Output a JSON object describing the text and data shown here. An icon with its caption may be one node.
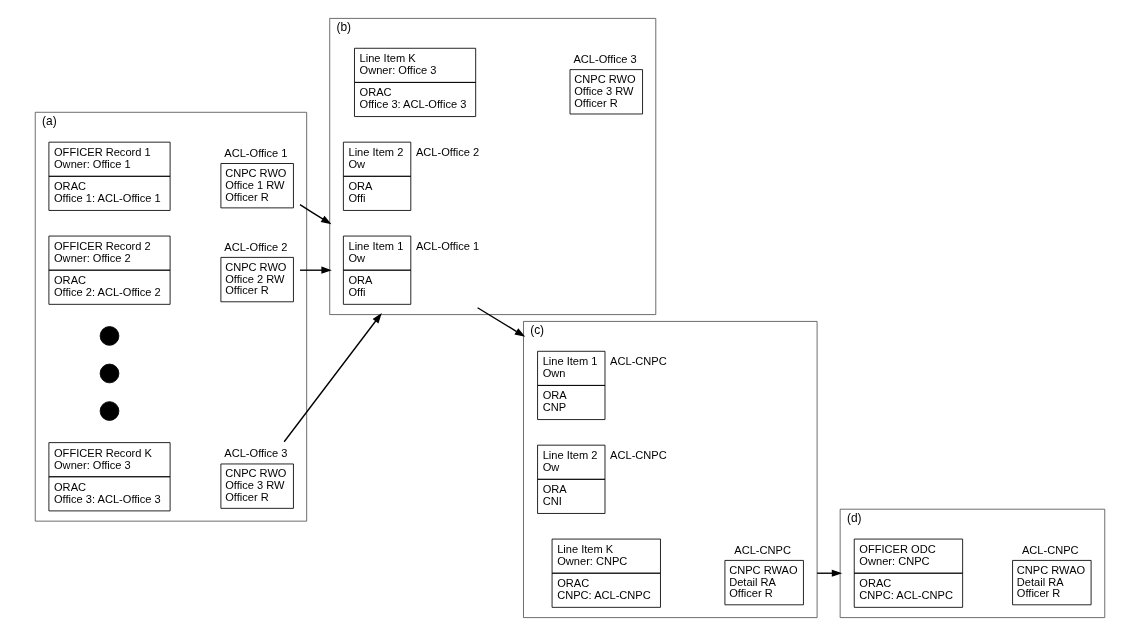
{
  "diagram": {
    "nodes": [
      {
        "text": [
          "(a)"
        ]
      },
      {
        "text": [
          "OFFICER Record 1",
          "Owner: Office 1",
          "ORAC",
          "Office 1: ACL-Office 1"
        ],
        "in": 0
      },
      {
        "text": [
          "ACL-Office 1",
          "CNPC RWO",
          "Office 1 RW",
          "Officer R"
        ],
        "in": 0
      },
      {
        "text": [
          "OFFICER Record 2",
          "Owner: Office 2",
          "ORAC",
          "Office 2: ACL-Office 2"
        ],
        "in": 0
      },
      {
        "text": [
          "ACL-Office 2",
          "CNPC RWO",
          "Office 2 RW",
          "Officer R"
        ],
        "in": 0
      },
      {
        "text": [],
        "shape": "circle",
        "in": 0
      },
      {
        "text": [],
        "shape": "circle",
        "in": 0
      },
      {
        "text": [],
        "shape": "circle",
        "in": 0
      },
      {
        "text": [
          "OFFICER Record K",
          "Owner: Office 3",
          "ORAC",
          "Office 3: ACL-Office 3"
        ],
        "in": 0
      },
      {
        "text": [
          "ACL-Office 3",
          "CNPC RWO",
          "Office 3 RW",
          "Officer R"
        ],
        "in": 0
      },
      {
        "text": [
          "(b)"
        ]
      },
      {
        "text": [
          "Line Item 1",
          "Ow",
          "ORA",
          "Offi"
        ],
        "beside": [
          "ACL-Office 1"
        ],
        "in": 10
      },
      {
        "text": [
          "Line Item 2",
          "Ow",
          "ORA",
          "Offi"
        ],
        "beside": [
          "ACL-Office 2"
        ],
        "in": 10
      },
      {
        "text": [
          "Line Item K",
          "Owner: Office 3",
          "ORAC",
          "Office 3: ACL-Office 3"
        ],
        "in": 10
      },
      {
        "text": [
          "ACL-Office 3",
          "CNPC RWO",
          "Office 3 RW",
          "Officer R"
        ],
        "in": 10
      },
      {
        "text": [
          "(c)"
        ]
      },
      {
        "text": [
          "Line Item 1",
          "Own",
          "ORA",
          "CNP"
        ],
        "beside": [
          "ACL-CNPC"
        ],
        "in": 15
      },
      {
        "text": [
          "Line Item 2",
          "Ow",
          "ORA",
          "CNI"
        ],
        "beside": [
          "ACL-CNPC"
        ],
        "in": 15
      },
      {
        "text": [
          "Line Item K",
          "Owner: CNPC",
          "ORAC",
          "CNPC: ACL-CNPC"
        ],
        "in": 15
      },
      {
        "text": [
          "ACL-CNPC",
          "CNPC RWAO",
          "Detail RA",
          "Officer R"
        ],
        "in": 15
      },
      {
        "text": [
          "(d)"
        ]
      },
      {
        "text": [
          "OFFICER ODC",
          "Owner: CNPC",
          "ORAC",
          "CNPC: ACL-CNPC"
        ],
        "in": 20
      },
      {
        "text": [
          "ACL-CNPC",
          "CNPC RWAO",
          "Detail RA",
          "Officer R"
        ],
        "in": 20
      }
    ],
    "edges": [
      {
        "from": 2,
        "to": 10,
        "arrow": "to"
      },
      {
        "from": 4,
        "to": 10,
        "arrow": "to"
      },
      {
        "from": 9,
        "to": 10,
        "arrow": "to"
      },
      {
        "from": 11,
        "to": 15,
        "arrow": "to"
      },
      {
        "from": 15,
        "to": 20,
        "arrow": "to"
      }
    ]
  }
}
